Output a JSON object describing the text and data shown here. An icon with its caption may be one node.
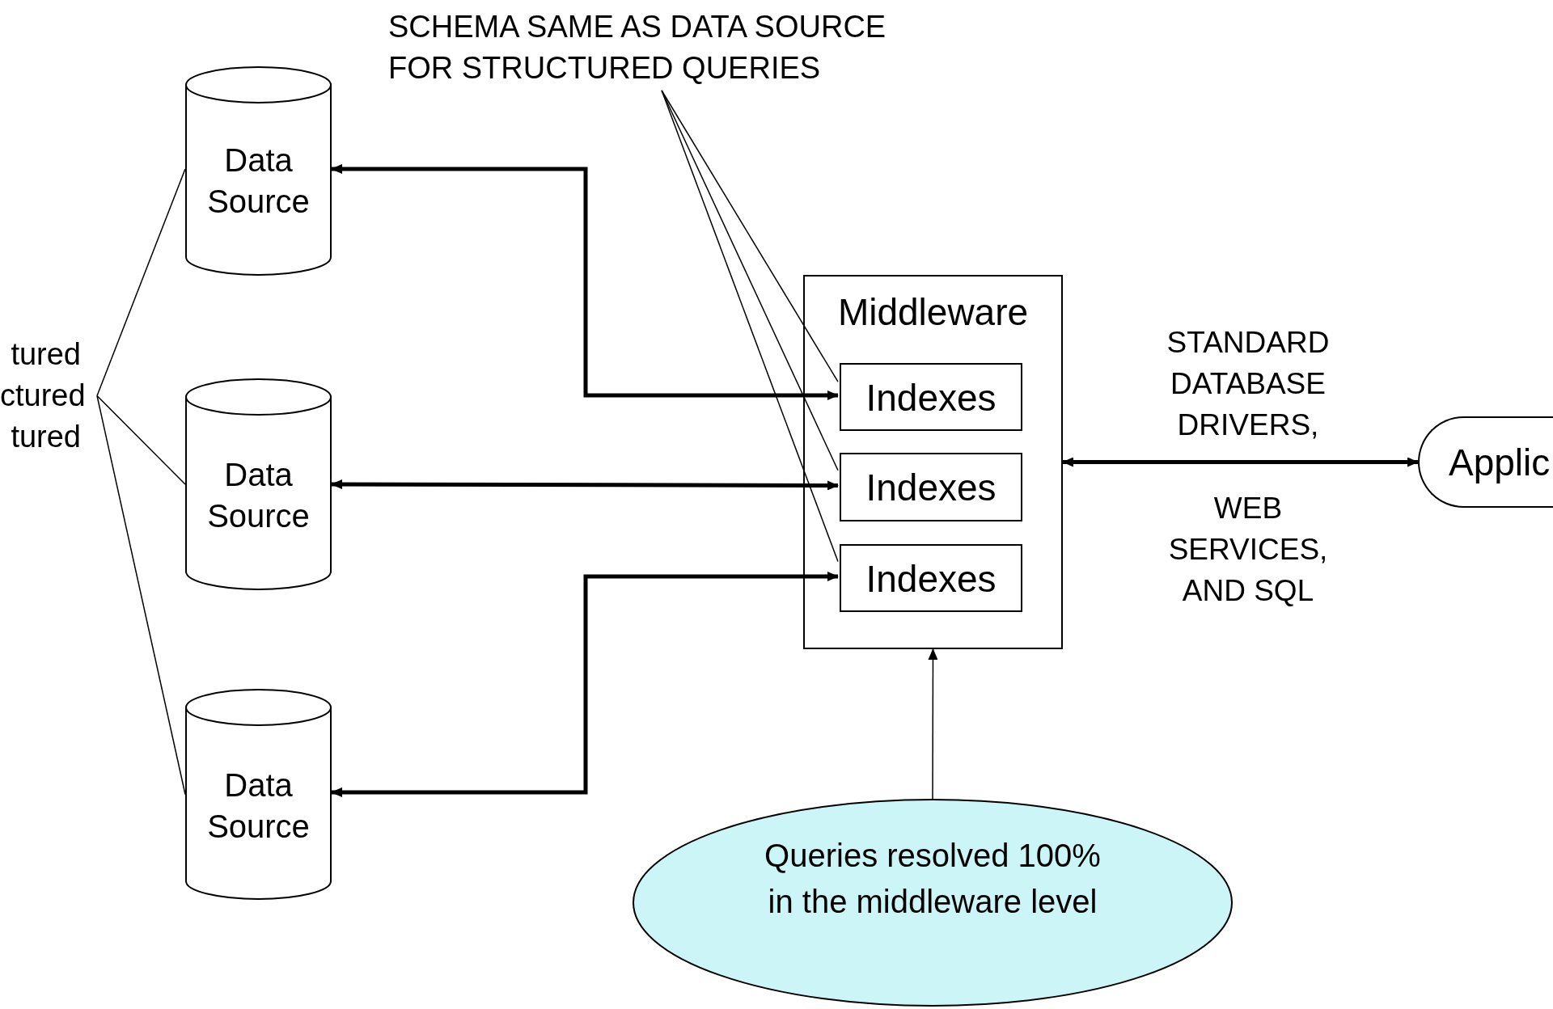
{
  "diagram": {
    "nodes": [
      {
        "text": [
          "SCHEMA SAME AS DATA SOURCE FOR STRUCTURED QUERIES"
        ]
      },
      {
        "text": [
          "tured",
          "ctured",
          "tured"
        ]
      },
      {
        "text": [
          "Data Source"
        ]
      },
      {
        "text": [
          "Data Source"
        ]
      },
      {
        "text": [
          "Data Source"
        ]
      },
      {
        "text": [
          "Middleware"
        ]
      },
      {
        "text": [
          "Indexes"
        ],
        "in": 5
      },
      {
        "text": [
          "Indexes"
        ],
        "in": 5
      },
      {
        "text": [
          "Indexes"
        ],
        "in": 5
      },
      {
        "text": [
          "Applic"
        ]
      },
      {
        "text": [
          "Queries resolved 100% in the middleware level"
        ]
      }
    ],
    "edges": [
      {
        "from": 0,
        "to": 6,
        "arrow": "none"
      },
      {
        "from": 0,
        "to": 7,
        "arrow": "none"
      },
      {
        "from": 0,
        "to": 8,
        "arrow": "none"
      },
      {
        "from": 1,
        "to": 2,
        "arrow": "none"
      },
      {
        "from": 1,
        "to": 3,
        "arrow": "none"
      },
      {
        "from": 1,
        "to": 4,
        "arrow": "none"
      },
      {
        "from": 2,
        "to": 6,
        "arrow": "both",
        "style": "thick"
      },
      {
        "from": 3,
        "to": 7,
        "arrow": "both",
        "style": "thick"
      },
      {
        "from": 4,
        "to": 8,
        "arrow": "both",
        "style": "thick"
      },
      {
        "from": 5,
        "to": 9,
        "arrow": "both",
        "style": "thick",
        "label": "STANDARD DATABASE DRIVERS,"
      },
      {
        "from": 10,
        "to": 5,
        "arrow": "to"
      }
    ],
    "labels": [
      "WEB SERVICES, AND SQL"
    ]
  }
}
